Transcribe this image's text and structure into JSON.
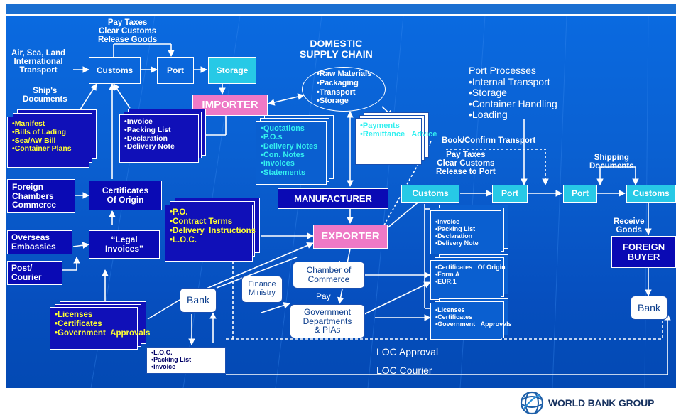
{
  "title": {
    "domestic": "DOMESTIC\nSUPPLY CHAIN"
  },
  "labels": {
    "pay_taxes_top": "Pay Taxes\nClear Customs\nRelease Goods",
    "air_sea_land": "Air, Sea, Land\nInternational\nTransport",
    "ships_documents": "Ship's\nDocuments",
    "port_processes_title": "Port Processes",
    "book_confirm": "Book/Confirm Transport",
    "pay_taxes_right": "Pay Taxes\nClear Customs\nRelease to Port",
    "shipping_documents": "Shipping\nDocuments",
    "receive_goods": "Receive\nGoods",
    "pay": "Pay",
    "loc_approval": "LOC Approval",
    "loc_courier": "LOC Courier"
  },
  "nodes": {
    "customs_left": "Customs",
    "port_left": "Port",
    "storage": "Storage",
    "importer": "IMPORTER",
    "manufacturer": "MANUFACTURER",
    "exporter": "EXPORTER",
    "customs_right": "Customs",
    "port_right1": "Port",
    "port_right2": "Port",
    "customs_far": "Customs",
    "foreign_buyer": "FOREIGN\nBUYER",
    "foreign_chambers": "Foreign\nChambers\nCommerce",
    "certificates_origin": "Certificates\nOf Origin",
    "overseas_embassies": "Overseas\nEmbassies",
    "legal_invoices": "“Legal\nInvoices”",
    "post_courier": "Post/\nCourier",
    "bank_left": "Bank",
    "finance_ministry": "Finance\nMinistry",
    "chamber_commerce": "Chamber of\nCommerce",
    "government_departments": "Government\nDepartments\n& PIAs",
    "bank_right": "Bank"
  },
  "lists": {
    "domestic_items": [
      "Raw Materials",
      "Packaging",
      "Transport",
      "Storage"
    ],
    "port_processes": [
      "Internal Transport",
      "Storage",
      "Container Handling",
      "Loading"
    ],
    "ships_docs": [
      "Manifest",
      "Bills of Lading",
      "Sea/AW Bill",
      "Container Plans"
    ],
    "importer_docs": [
      "Invoice",
      "Packing List",
      "Declaration",
      "Delivery Note"
    ],
    "quotations": [
      "Quotations",
      "P.O.s",
      "Delivery Notes",
      "Con. Notes",
      "Invoices",
      "Statements"
    ],
    "payments": [
      "Payments",
      "Remittance   Advice"
    ],
    "po_docs": [
      "P.O.",
      "Contract Terms",
      "Delivery  Instructions",
      "L.O.C."
    ],
    "licenses_left": [
      "Licenses",
      "Certificates",
      "Government  Approvals"
    ],
    "exporter_invoice": [
      "Invoice",
      "Packing List",
      "Declaration",
      "Delivery Note"
    ],
    "certificates_docs": [
      "Certificates   Of Origin",
      "Form A",
      "EUR.1"
    ],
    "licenses_right": [
      "Licenses",
      "Certificates",
      "Government   Approvals"
    ],
    "loc_docs": [
      "L.O.C.",
      "Packing List",
      "Invoice"
    ]
  },
  "logo": {
    "text": "WORLD BANK GROUP"
  },
  "colors": {
    "panel_top": "#0a6ae0",
    "panel_bottom": "#0349b3",
    "navy_box": "#0a0ab4",
    "cyan_box": "#27c9e6",
    "pink_box": "#ee79c6",
    "yellow_text": "#ffff33",
    "cyan_text": "#33f0f0",
    "logo_text": "#17325f"
  }
}
